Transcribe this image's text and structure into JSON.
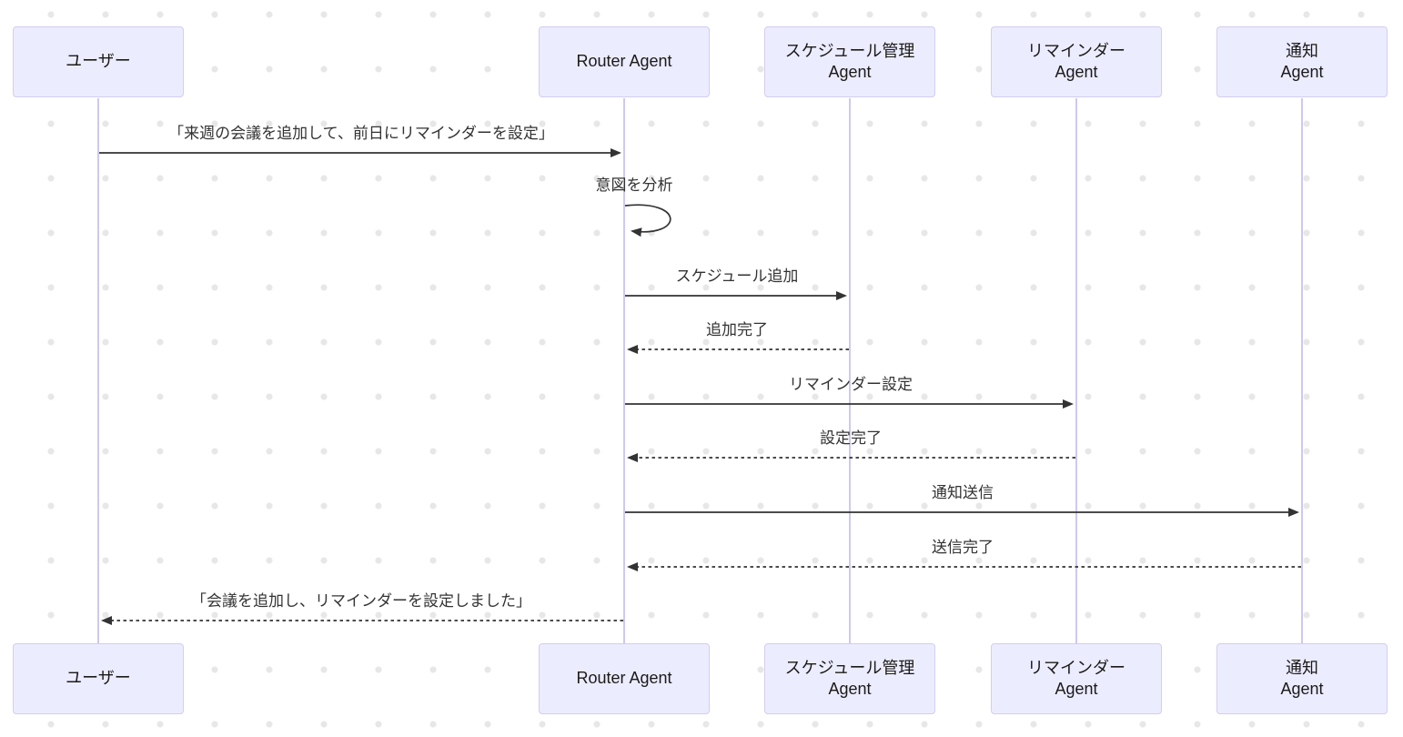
{
  "diagram_type": "sequence-diagram",
  "actors": [
    {
      "id": "user",
      "label": "ユーザー",
      "lines": [
        "ユーザー"
      ]
    },
    {
      "id": "router",
      "label": "Router Agent",
      "lines": [
        "Router Agent"
      ]
    },
    {
      "id": "schedule",
      "label": "スケジュール管理 Agent",
      "lines": [
        "スケジュール管理",
        "Agent"
      ]
    },
    {
      "id": "reminder",
      "label": "リマインダー Agent",
      "lines": [
        "リマインダー",
        "Agent"
      ]
    },
    {
      "id": "notification",
      "label": "通知 Agent",
      "lines": [
        "通知",
        "Agent"
      ]
    }
  ],
  "messages": [
    {
      "from": "ユーザー",
      "to": "Router Agent",
      "label": "「来週の会議を追加して、前日にリマインダーを設定」",
      "line": "solid"
    },
    {
      "from": "Router Agent",
      "to": "Router Agent",
      "label": "意図を分析",
      "line": "self"
    },
    {
      "from": "Router Agent",
      "to": "スケジュール管理 Agent",
      "label": "スケジュール追加",
      "line": "solid"
    },
    {
      "from": "スケジュール管理 Agent",
      "to": "Router Agent",
      "label": "追加完了",
      "line": "dashed"
    },
    {
      "from": "Router Agent",
      "to": "リマインダー Agent",
      "label": "リマインダー設定",
      "line": "solid"
    },
    {
      "from": "リマインダー Agent",
      "to": "Router Agent",
      "label": "設定完了",
      "line": "dashed"
    },
    {
      "from": "Router Agent",
      "to": "通知 Agent",
      "label": "通知送信",
      "line": "solid"
    },
    {
      "from": "通知 Agent",
      "to": "Router Agent",
      "label": "送信完了",
      "line": "dashed"
    },
    {
      "from": "Router Agent",
      "to": "ユーザー",
      "label": "「会議を追加し、リマインダーを設定しました」",
      "line": "dashed"
    }
  ],
  "colors": {
    "actor_fill": "#ECECFF",
    "actor_border": "#D2CDF0",
    "lifeline": "#C9C3EA",
    "arrow": "#333333",
    "message_text": "#333333",
    "actor_text": "#1A1A1A",
    "background": "#FFFFFF",
    "background_dot": "#E7E7E7"
  }
}
